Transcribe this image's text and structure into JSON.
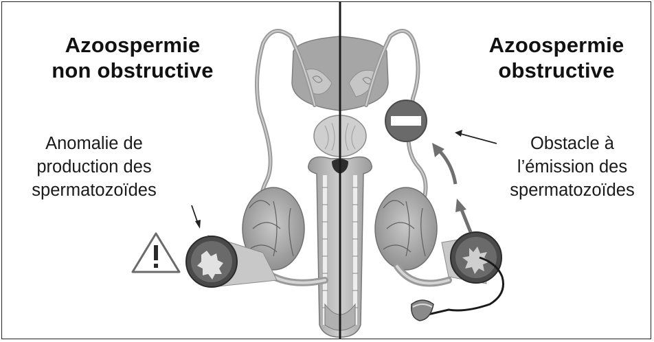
{
  "left": {
    "title_line1": "Azoospermie",
    "title_line2": "non obstructive",
    "caption_line1": "Anomalie de",
    "caption_line2": "production des",
    "caption_line3": "spermatozoïdes",
    "warning_icon": "warning-triangle-icon"
  },
  "right": {
    "title_line1": "Azoospermie",
    "title_line2": "obstructive",
    "caption_line1": "Obstacle à",
    "caption_line2": "l’émission des",
    "caption_line3": "spermatozoïdes",
    "stop_icon": "no-entry-icon",
    "tool_icon": "biopsy-needle-icon"
  },
  "colors": {
    "organ_fill": "#b5b5b5",
    "organ_dark": "#8a8a8a",
    "organ_light": "#d6d6d6",
    "duct": "#9a9a9a",
    "stop_sign": "#6e6e6e",
    "divider": "#1a1a1a"
  }
}
